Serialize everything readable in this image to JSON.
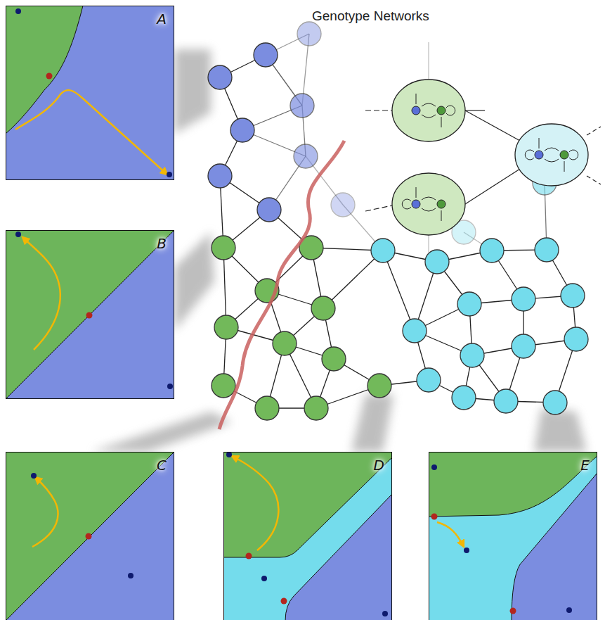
{
  "diagram": {
    "title": "Genotype Networks",
    "nodes": [
      {
        "text": [
          "A"
        ]
      },
      {
        "text": [
          "B"
        ]
      },
      {
        "text": [
          "C"
        ]
      },
      {
        "text": [
          "D"
        ]
      },
      {
        "text": [
          "E"
        ]
      }
    ]
  }
}
